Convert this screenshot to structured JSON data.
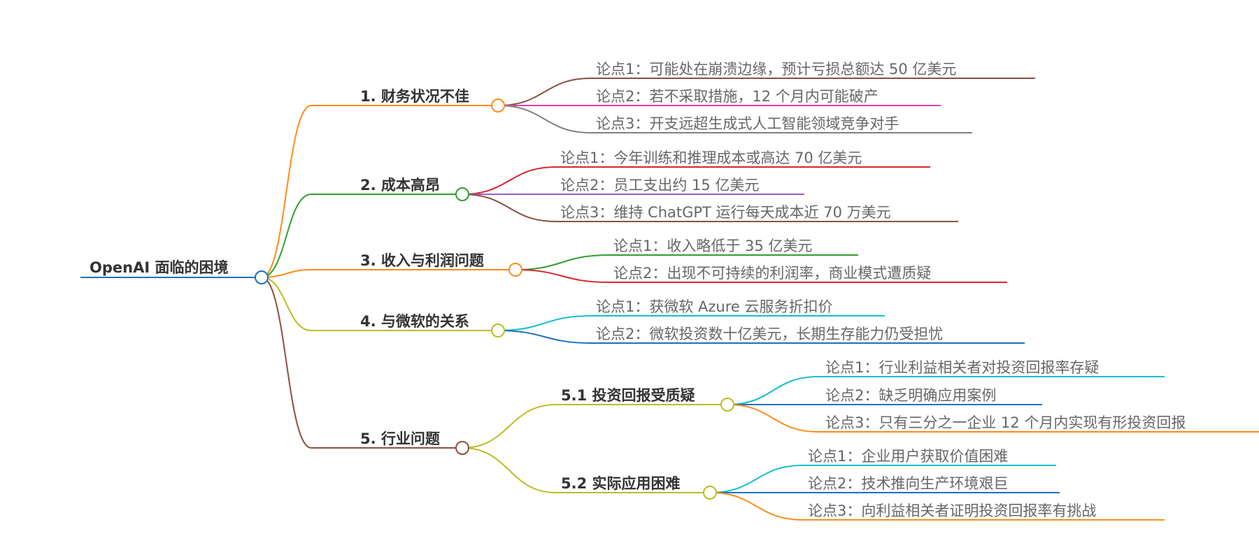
{
  "root": {
    "label": "OpenAI 面临的困境",
    "color": "#1f6fbf"
  },
  "branches": [
    {
      "label": "1. 财务状况不佳",
      "color": "#ff8c1a",
      "leaves": [
        {
          "label": "论点1：可能处在崩溃边缘，预计亏损总额达 50 亿美元",
          "color": "#8b4f3f"
        },
        {
          "label": "论点2：若不采取措施，12 个月内可能破产",
          "color": "#e040b0"
        },
        {
          "label": "论点3：开支远超生成式人工智能领域竞争对手",
          "color": "#808080"
        }
      ]
    },
    {
      "label": "2. 成本高昂",
      "color": "#2ea02e",
      "leaves": [
        {
          "label": "论点1：今年训练和推理成本或高达 70 亿美元",
          "color": "#d9252b"
        },
        {
          "label": "论点2：员工支出约 15 亿美元",
          "color": "#9960c8"
        },
        {
          "label": "论点3：维持 ChatGPT 运行每天成本近 70 万美元",
          "color": "#8b4f3f"
        }
      ]
    },
    {
      "label": "3. 收入与利润问题",
      "color": "#ff8c1a",
      "leaves": [
        {
          "label": "论点1：收入略低于 35 亿美元",
          "color": "#2ea02e"
        },
        {
          "label": "论点2：出现不可持续的利润率，商业模式遭质疑",
          "color": "#d9252b"
        }
      ]
    },
    {
      "label": "4. 与微软的关系",
      "color": "#bcbd22",
      "leaves": [
        {
          "label": "论点1：获微软 Azure 云服务折扣价",
          "color": "#17becf"
        },
        {
          "label": "论点2：微软投资数十亿美元，长期生存能力仍受担忧",
          "color": "#1f6fbf"
        }
      ]
    },
    {
      "label": "5. 行业问题",
      "color": "#8b4f3f",
      "subs": [
        {
          "label": "5.1 投资回报受质疑",
          "color": "#bcbd22",
          "leaves": [
            {
              "label": "论点1：行业利益相关者对投资回报率存疑",
              "color": "#17becf"
            },
            {
              "label": "论点2：缺乏明确应用案例",
              "color": "#1f6fbf"
            },
            {
              "label": "论点3：只有三分之一企业 12 个月内实现有形投资回报",
              "color": "#ff8c1a"
            }
          ]
        },
        {
          "label": "5.2 实际应用困难",
          "color": "#bcbd22",
          "leaves": [
            {
              "label": "论点1：企业用户获取价值困难",
              "color": "#17becf"
            },
            {
              "label": "论点2：技术推向生产环境艰巨",
              "color": "#1f6fbf"
            },
            {
              "label": "论点3：向利益相关者证明投资回报率有挑战",
              "color": "#ff8c1a"
            }
          ]
        }
      ]
    }
  ]
}
